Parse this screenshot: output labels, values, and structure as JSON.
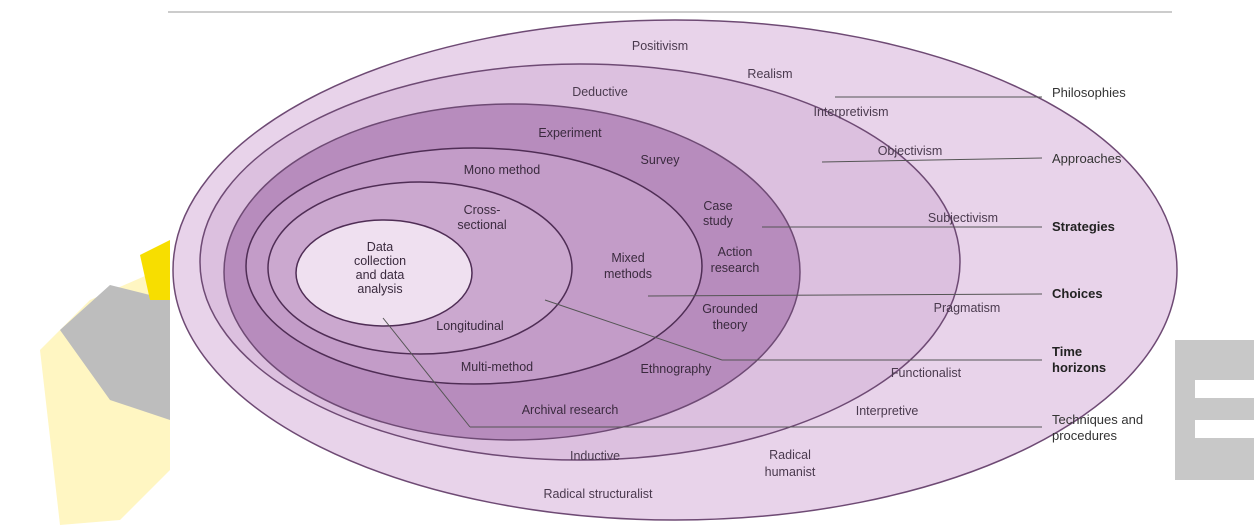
{
  "layers": {
    "philosophies": [
      "Positivism",
      "Realism",
      "Interpretivism",
      "Objectivism",
      "Subjectivism",
      "Pragmatism",
      "Functionalist",
      "Interpretive",
      "Radical humanist",
      "Radical structuralist"
    ],
    "approaches": [
      "Deductive",
      "Inductive"
    ],
    "strategies": [
      "Experiment",
      "Survey",
      "Case study",
      "Action research",
      "Grounded theory",
      "Ethnography",
      "Archival research"
    ],
    "choices": [
      "Mono method",
      "Mixed methods",
      "Multi-method"
    ],
    "time_horizons": [
      "Cross-sectional",
      "Longitudinal"
    ],
    "core": "Data collection and data analysis"
  },
  "side_labels": {
    "philosophies": "Philosophies",
    "approaches": "Approaches",
    "strategies": "Strategies",
    "choices": "Choices",
    "time_horizons": [
      "Time",
      "horizons"
    ],
    "techniques": [
      "Techniques and",
      "procedures"
    ]
  },
  "colors": {
    "outer_ring": "#e8d3ea",
    "approach_ring": "#dcc0df",
    "strategy_ring": "#b78cbd",
    "choice_ring": "#c39cc8",
    "time_ring": "#cba8cf",
    "core": "#efe0f0",
    "outline": "#6e4a74",
    "background": "#ffffff"
  }
}
